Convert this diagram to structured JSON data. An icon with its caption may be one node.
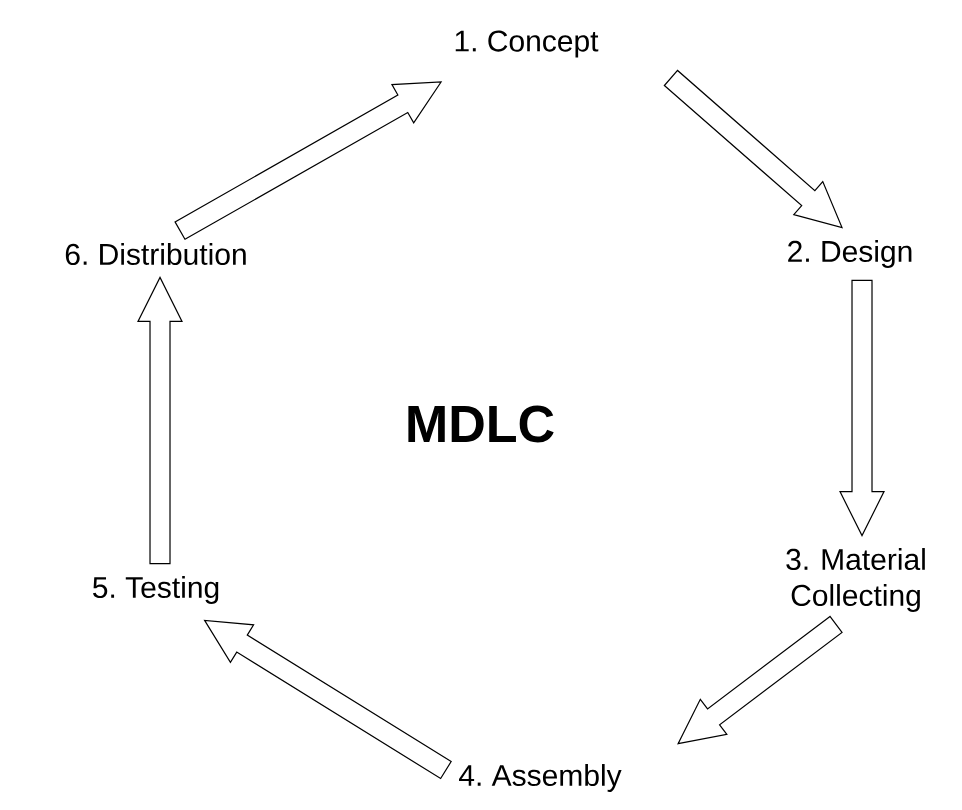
{
  "diagram": {
    "title": "MDLC",
    "nodes": [
      {
        "text": [
          "1. Concept"
        ]
      },
      {
        "text": [
          "2. Design"
        ]
      },
      {
        "text": [
          "3. Material Collecting"
        ]
      },
      {
        "text": [
          "4. Assembly"
        ]
      },
      {
        "text": [
          "5. Testing"
        ]
      },
      {
        "text": [
          "6. Distribution"
        ]
      }
    ],
    "edges": [
      {
        "from": 0,
        "to": 1,
        "arrow": "to"
      },
      {
        "from": 1,
        "to": 2,
        "arrow": "to"
      },
      {
        "from": 2,
        "to": 3,
        "arrow": "to"
      },
      {
        "from": 3,
        "to": 4,
        "arrow": "to"
      },
      {
        "from": 4,
        "to": 5,
        "arrow": "to"
      },
      {
        "from": 5,
        "to": 0,
        "arrow": "to"
      }
    ]
  }
}
